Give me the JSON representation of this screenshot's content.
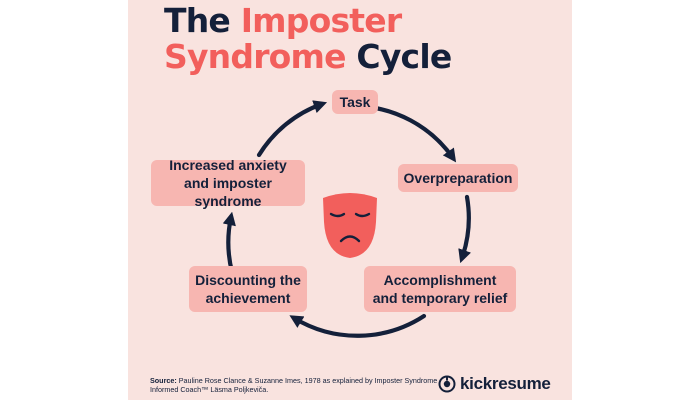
{
  "title": {
    "part1": "The",
    "part2": "Imposter",
    "part3": "Syndrome",
    "part4": "Cycle"
  },
  "nodes": {
    "task": "Task",
    "overpreparation": "Overpreparation",
    "accomplishment": "Accomplishment and temporary relief",
    "discounting": "Discounting the achievement",
    "anxiety": "Increased anxiety and imposter syndrome"
  },
  "center_icon": "sad-mask-icon",
  "source": {
    "label": "Source:",
    "text": "Pauline Rose Clance & Suzanne Imes, 1978 as explained by Imposter Syndrome Informed Coach™ Läsma Poljkeviča."
  },
  "brand": {
    "name": "kickresume",
    "icon": "kickresume-logo-icon"
  },
  "colors": {
    "background": "#f9e3df",
    "node_fill": "#f7b6b1",
    "accent": "#f25f5c",
    "dark": "#14203a"
  }
}
